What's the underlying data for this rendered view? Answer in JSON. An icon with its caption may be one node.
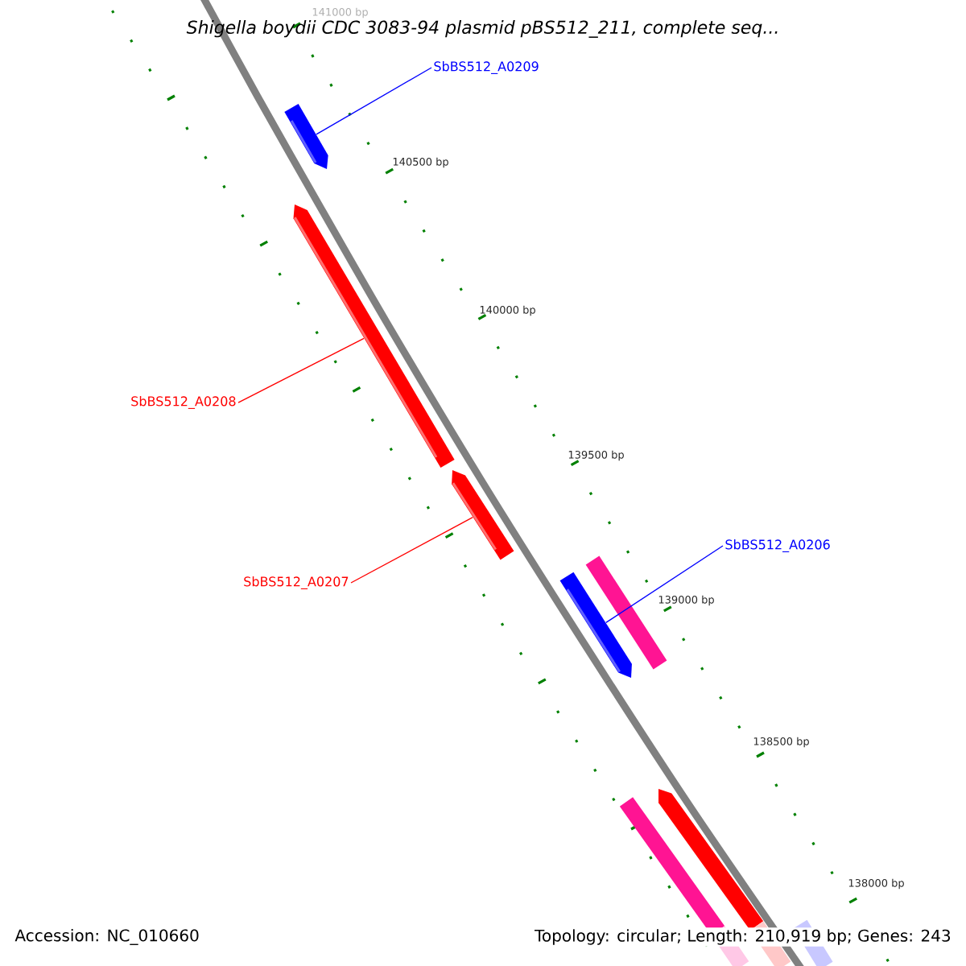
{
  "diagram": {
    "title": "*Shigella boydii* CDC 3083-94 plasmid pBS512_211, complete seq...",
    "nodes": [
      {
        "text": [
          "SbBS512_A0209"
        ]
      },
      {
        "text": [],
        "shape": "bar"
      },
      {
        "text": [
          "SbBS512_A0208"
        ]
      },
      {
        "text": [],
        "shape": "bar"
      },
      {
        "text": [
          "SbBS512_A0207"
        ]
      },
      {
        "text": [],
        "shape": "bar"
      },
      {
        "text": [
          "SbBS512_A0206"
        ]
      },
      {
        "text": [],
        "shape": "bar"
      }
    ],
    "edges": [
      {
        "from": 0,
        "to": 1,
        "arrow": "none",
        "color": "#0000ff"
      },
      {
        "from": 2,
        "to": 3,
        "arrow": "none",
        "color": "#ff0000"
      },
      {
        "from": 4,
        "to": 5,
        "arrow": "none",
        "color": "#ff0000"
      },
      {
        "from": 6,
        "to": 7,
        "arrow": "none",
        "color": "#0000ff"
      }
    ],
    "labels": [
      "141000 bp",
      "140500 bp",
      "140000 bp",
      "139500 bp",
      "139000 bp",
      "138500 bp",
      "138000 bp",
      "Accession: NC_010660",
      "Topology: circular; Length: 210,919 bp; Genes: 243"
    ]
  }
}
